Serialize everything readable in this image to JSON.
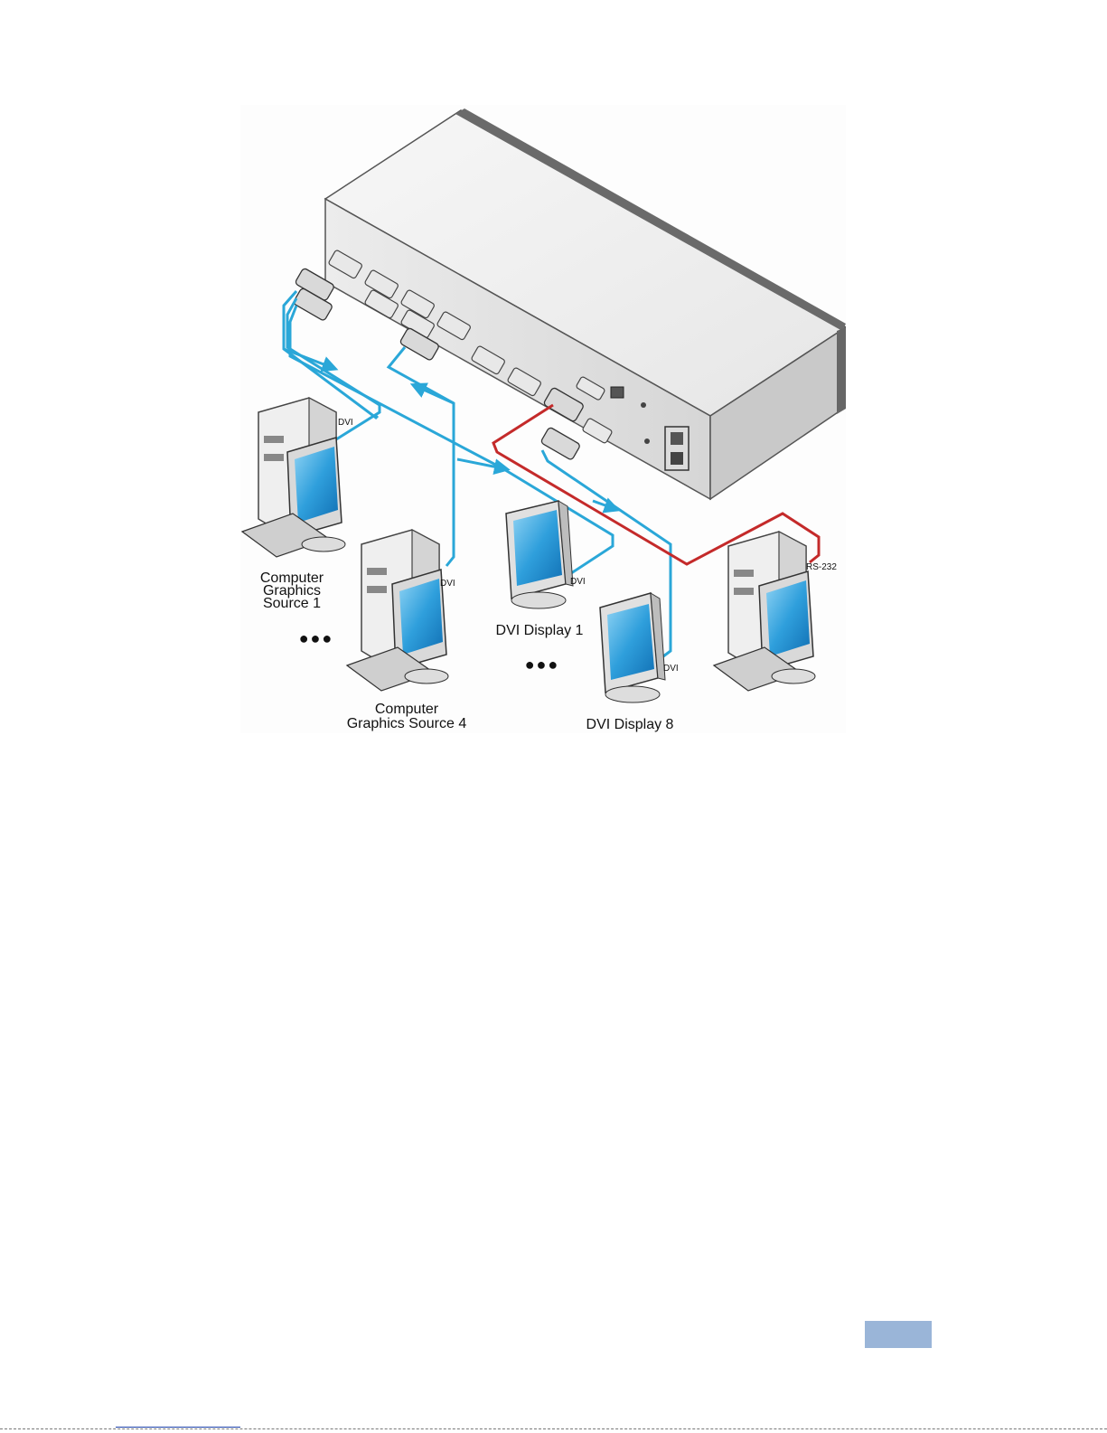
{
  "diagram": {
    "labels": {
      "source1": [
        "Computer",
        "Graphics",
        "Source 1"
      ],
      "source4": [
        "Computer",
        "Graphics Source 4"
      ],
      "display1": "DVI Display 1",
      "display8": "DVI Display 8",
      "cable_dvi": "DVI",
      "cable_rs232": "RS-232"
    },
    "ellipsis": "●●●",
    "colors": {
      "dvi_cable": "#2aa7d8",
      "rs232_cable": "#c42a2a",
      "device_body": "#f2f2f2",
      "screen": "#1f8fd0"
    }
  },
  "footer": {
    "page_badge_color": "#9ab5d8"
  }
}
